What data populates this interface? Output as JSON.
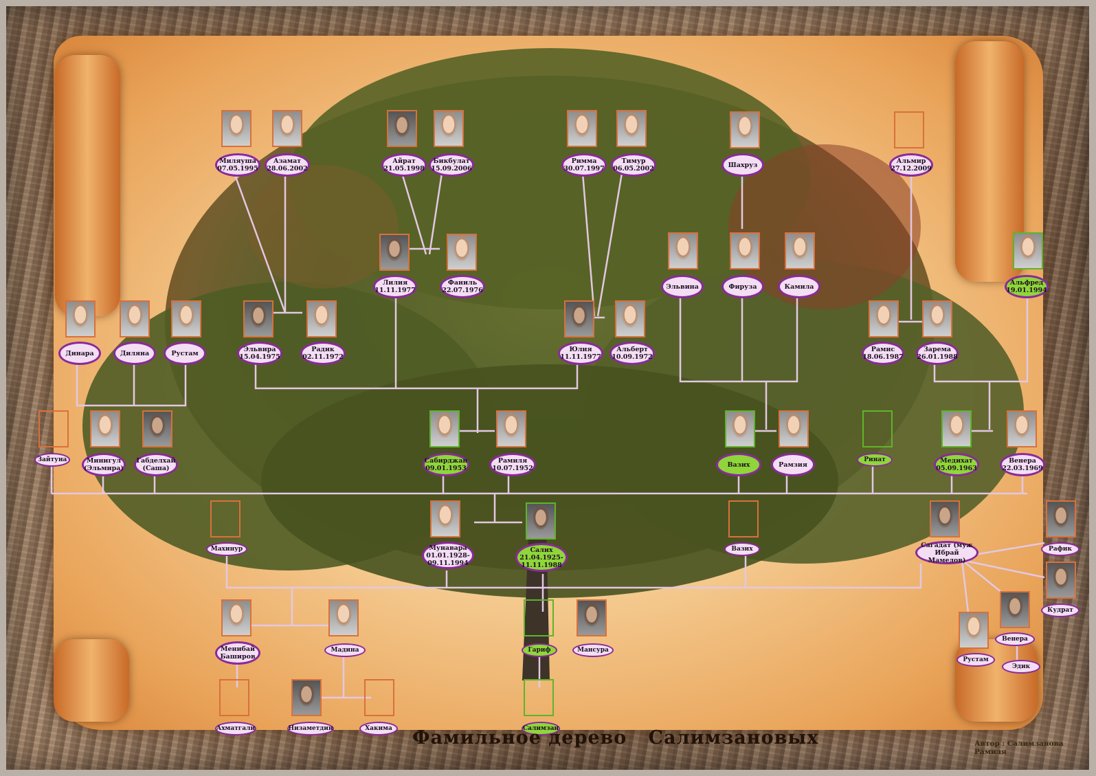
{
  "title": "Фамильное дерево   Салимзановых",
  "author": "Автор : Салимзанова Рамиля",
  "colors": {
    "frame": "#d9703c",
    "frame_green": "#5fb42a",
    "oval_border": "#8a2a9a",
    "oval_fill": "#f3def4",
    "oval_green": "#8fd63a",
    "line": "#e3c8e2"
  },
  "people": [
    {
      "id": "milyausha",
      "name": "Миляуша",
      "date": "07.05.1995"
    },
    {
      "id": "azamat",
      "name": "Азамат",
      "date": "28.06.2002"
    },
    {
      "id": "airat",
      "name": "Айрат",
      "date": "21.05.1998"
    },
    {
      "id": "bikbulat",
      "name": "Бикбулат",
      "date": "15.09.2006"
    },
    {
      "id": "rimma",
      "name": "Римма",
      "date": "30.07.1997"
    },
    {
      "id": "timur",
      "name": "Тимур",
      "date": "06.05.2002"
    },
    {
      "id": "shahruz",
      "name": "Шахруз",
      "date": ""
    },
    {
      "id": "almir",
      "name": "Альмир",
      "date": "27.12.2009"
    },
    {
      "id": "liliya",
      "name": "Лилия",
      "date": "11.11.1977"
    },
    {
      "id": "fanil",
      "name": "Фаниль",
      "date": "22.07.1976"
    },
    {
      "id": "elvina",
      "name": "Эльвина",
      "date": ""
    },
    {
      "id": "firuza",
      "name": "Фируза",
      "date": ""
    },
    {
      "id": "kamila",
      "name": "Камила",
      "date": ""
    },
    {
      "id": "alfred",
      "name": "Альфред",
      "date": "19.01.1994"
    },
    {
      "id": "dinara",
      "name": "Динара",
      "date": ""
    },
    {
      "id": "dilyana",
      "name": "Диляна",
      "date": ""
    },
    {
      "id": "rustam1",
      "name": "Рустам",
      "date": ""
    },
    {
      "id": "elvira",
      "name": "Эльвира",
      "date": "15.04.1975"
    },
    {
      "id": "radik",
      "name": "Радик",
      "date": "02.11.1972"
    },
    {
      "id": "yulia",
      "name": "Юлия",
      "date": "11.11.1977"
    },
    {
      "id": "albert",
      "name": "Альберт",
      "date": "10.09.1972"
    },
    {
      "id": "ramis",
      "name": "Рамис",
      "date": "18.06.1987"
    },
    {
      "id": "zarema",
      "name": "Зарема",
      "date": "26.01.1988"
    },
    {
      "id": "zaituna",
      "name": "Зайтуна",
      "date": ""
    },
    {
      "id": "minigul",
      "name": "Минигул",
      "date": "(Эльмира)"
    },
    {
      "id": "gabdelhai",
      "name": "Габделхай",
      "date": "(Саша)"
    },
    {
      "id": "sabirdzhan",
      "name": "Сабирджан",
      "date": "09.01.1953"
    },
    {
      "id": "ramilya",
      "name": "Рамиля",
      "date": "10.07.1952"
    },
    {
      "id": "vazih1",
      "name": "Вазих",
      "date": ""
    },
    {
      "id": "ramziya",
      "name": "Рамзия",
      "date": ""
    },
    {
      "id": "rinat",
      "name": "Ринат",
      "date": ""
    },
    {
      "id": "medihat",
      "name": "Медихат",
      "date": "05.09.1963"
    },
    {
      "id": "venera1",
      "name": "Венера",
      "date": "22.03.1969"
    },
    {
      "id": "mahinur",
      "name": "Махинур",
      "date": ""
    },
    {
      "id": "munavara",
      "name": "Мунавара",
      "date": "01.01.1928-",
      "date2": "09.11.1994"
    },
    {
      "id": "salih",
      "name": "Салих",
      "date": "21.04.1925-",
      "date2": "11.11.1988"
    },
    {
      "id": "vazih2",
      "name": "Вазих",
      "date": ""
    },
    {
      "id": "sagadat",
      "name": "Сагадат (муж",
      "date": "Ибрай Мамедов)"
    },
    {
      "id": "rafik",
      "name": "Рафик",
      "date": ""
    },
    {
      "id": "kudrat",
      "name": "Кудрат",
      "date": ""
    },
    {
      "id": "menibai",
      "name": "Менибай",
      "date": "Баширов"
    },
    {
      "id": "madina",
      "name": "Мадина",
      "date": ""
    },
    {
      "id": "garif",
      "name": "Гариф",
      "date": ""
    },
    {
      "id": "mansura",
      "name": "Мансура",
      "date": ""
    },
    {
      "id": "rustam2",
      "name": "Рустам",
      "date": ""
    },
    {
      "id": "venera2",
      "name": "Венера",
      "date": ""
    },
    {
      "id": "edik",
      "name": "Эдик",
      "date": ""
    },
    {
      "id": "ahmatgali",
      "name": "Ахматгали",
      "date": ""
    },
    {
      "id": "nizametdin",
      "name": "Низаметдин",
      "date": ""
    },
    {
      "id": "hakima",
      "name": "Хакима",
      "date": ""
    },
    {
      "id": "salimzan",
      "name": "Салимзан",
      "date": ""
    }
  ]
}
